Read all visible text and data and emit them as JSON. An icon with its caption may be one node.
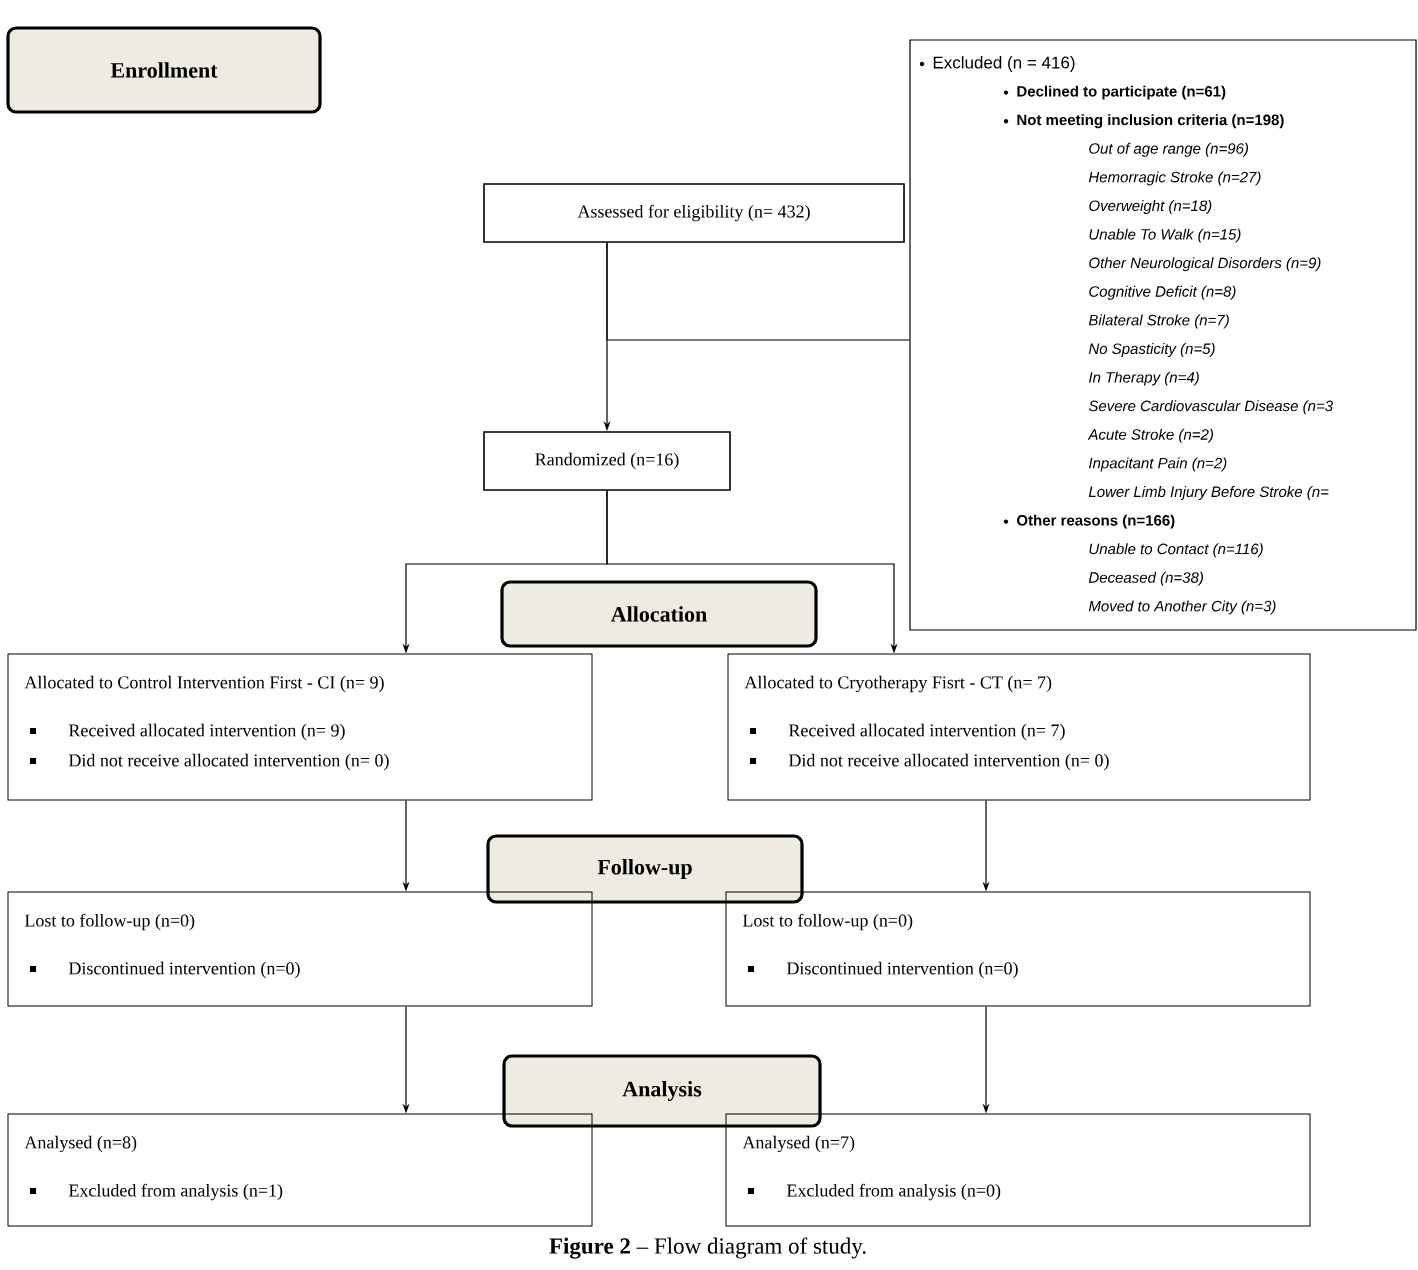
{
  "diagram": {
    "caption": "**Figure 2** – Flow diagram of study.",
    "nodes": [
      {
        "text": [
          "Enrollment"
        ]
      },
      {
        "text": [
          "Excluded (n = 416)",
          "Declined to participate (n=61)",
          "Not meeting inclusion criteria (n=198)",
          "Out of age range (n=96)",
          "Hemorragic Stroke (n=27)",
          "Overweight (n=18)",
          "Unable To Walk (n=15)",
          "Other Neurological Disorders (n=9)",
          "Cognitive Deficit (n=8)",
          "Bilateral Stroke (n=7)",
          "No Spasticity (n=5)",
          "In Therapy (n=4)",
          "Severe Cardiovascular Disease (n=3",
          "Acute Stroke (n=2)",
          "Inpacitant Pain (n=2)",
          "Lower Limb Injury Before Stroke (n=",
          "Other reasons (n=166)",
          "Unable to Contact (n=116)",
          "Deceased (n=38)",
          "Moved to Another City (n=3)"
        ]
      },
      {
        "text": [
          "Assessed for eligibility (n= 432)"
        ]
      },
      {
        "text": [
          "Randomized (n=16)"
        ]
      },
      {
        "text": [
          "Allocation"
        ]
      },
      {
        "text": [
          "Allocated to Control Intervention First - CI (n= 9)",
          "Received allocated intervention (n= 9)",
          "Did not receive allocated intervention (n= 0)"
        ]
      },
      {
        "text": [
          "Allocated to Cryotherapy Fisrt - CT (n= 7)",
          "Received allocated intervention (n= 7)",
          "Did not receive allocated intervention (n= 0)"
        ]
      },
      {
        "text": [
          "Follow-up"
        ]
      },
      {
        "text": [
          "Lost to follow-up (n=0)",
          "Discontinued intervention (n=0)"
        ]
      },
      {
        "text": [
          "Lost to follow-up (n=0)",
          "Discontinued intervention (n=0)"
        ]
      },
      {
        "text": [
          "Analysis"
        ]
      },
      {
        "text": [
          "Analysed (n=8)",
          "Excluded from analysis (n=1)"
        ]
      },
      {
        "text": [
          "Analysed (n=7)",
          "Excluded from analysis (n=0)"
        ]
      }
    ],
    "edges": [
      {
        "from": 2,
        "to": 3,
        "arrow": "to"
      },
      {
        "from": 2,
        "to": 1,
        "arrow": "none"
      },
      {
        "from": 3,
        "to": 5,
        "arrow": "to"
      },
      {
        "from": 3,
        "to": 6,
        "arrow": "to"
      },
      {
        "from": 5,
        "to": 8,
        "arrow": "to"
      },
      {
        "from": 6,
        "to": 9,
        "arrow": "to"
      },
      {
        "from": 8,
        "to": 11,
        "arrow": "to"
      },
      {
        "from": 9,
        "to": 12,
        "arrow": "to"
      }
    ]
  }
}
